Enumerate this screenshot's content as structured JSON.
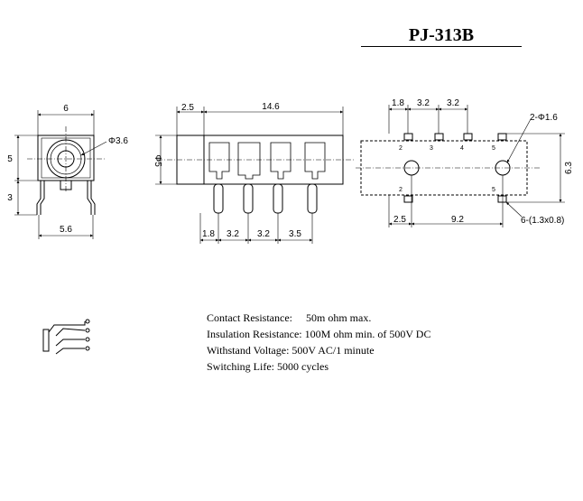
{
  "title": "PJ-313B",
  "front_view": {
    "width_label": "6",
    "hole_label": "Φ3.6",
    "height_label": "5",
    "leg_label": "3",
    "pin_span_label": "5.6"
  },
  "side_view": {
    "front_label": "2.5",
    "length_label": "14.6",
    "height_label": "Φ5",
    "pitch_labels": [
      "1.8",
      "3.2",
      "3.2",
      "3.5"
    ]
  },
  "footprint": {
    "top_labels": [
      "1.8",
      "3.2",
      "3.2"
    ],
    "hole_label": "2-Φ1.6",
    "height_label": "6.3",
    "bottom_labels": [
      "2.5",
      "9.2"
    ],
    "pad_label": "6-(1.3x0.8)",
    "pad_numbers_top": [
      "2",
      "3",
      "4",
      "5"
    ],
    "pad_numbers_bottom": [
      "2",
      "5"
    ]
  },
  "specs": [
    {
      "label": "Contact Resistance:",
      "value": "50m ohm max."
    },
    {
      "label": "Insulation Resistance:",
      "value": "100M ohm min. of 500V DC"
    },
    {
      "label": "Withstand Voltage:",
      "value": "500V AC/1 minute"
    },
    {
      "label": "Switching Life:",
      "value": "5000 cycles"
    }
  ]
}
